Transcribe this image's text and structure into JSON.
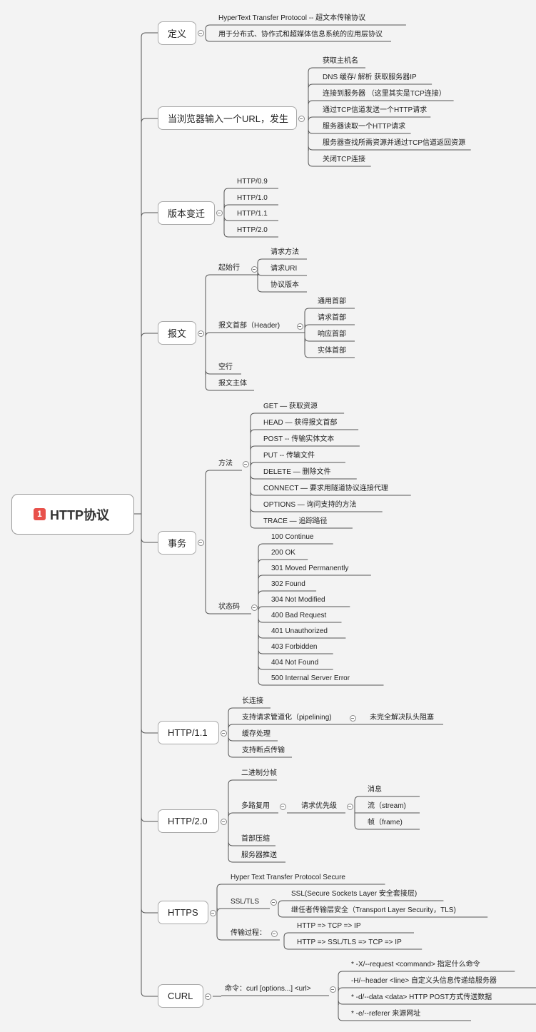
{
  "root": {
    "number": "1",
    "title": "HTTP协议"
  },
  "definition": {
    "label": "定义",
    "items": [
      "HyperText Transfer Protocol -- 超文本传输协议",
      "用于分布式、协作式和超媒体信息系统的应用层协议"
    ]
  },
  "browser": {
    "label": "当浏览器输入一个URL，发生",
    "steps": [
      "获取主机名",
      "DNS 缓存/ 解析 获取服务器IP",
      "连接到服务器 （这里其实是TCP连接）",
      "通过TCP信道发送一个HTTP请求",
      "服务器读取一个HTTP请求",
      "服务器查找所需资源并通过TCP信道返回资源",
      "关闭TCP连接"
    ]
  },
  "versions": {
    "label": "版本变迁",
    "items": [
      "HTTP/0.9",
      "HTTP/1.0",
      "HTTP/1.1",
      "HTTP/2.0"
    ]
  },
  "message": {
    "label": "报文",
    "start_line": {
      "label": "起始行",
      "items": [
        "请求方法",
        "请求URI",
        "协议版本"
      ]
    },
    "header": {
      "label": "报文首部（Header)",
      "items": [
        "通用首部",
        "请求首部",
        "响应首部",
        "实体首部"
      ]
    },
    "blank_line": "空行",
    "body": "报文主体"
  },
  "transaction": {
    "label": "事务",
    "methods": {
      "label": "方法",
      "items": [
        "GET   —   获取资源",
        "HEAD  —   获得报文首部",
        "POST  --   传输实体文本",
        "PUT   --   传输文件",
        "DELETE   —   删除文件",
        "CONNECT   —   要求用隧道协议连接代理",
        "OPTIONS   —   询问支持的方法",
        "TRACE   —   追踪路径"
      ]
    },
    "status_codes": {
      "label": "状态码",
      "items": [
        "100  Continue",
        "200  OK",
        "301  Moved Permanently",
        "302 Found",
        "304  Not Modified",
        "400 Bad Request",
        "401 Unauthorized",
        "403 Forbidden",
        "404 Not Found",
        "500 Internal Server Error"
      ]
    }
  },
  "http11": {
    "label": "HTTP/1.1",
    "items": [
      "长连接",
      "支持请求管道化（pipelining)",
      "缓存处理",
      "支持断点传输"
    ],
    "pipelining_note": "未完全解决队头阻塞"
  },
  "http2": {
    "label": "HTTP/2.0",
    "binary_framing": "二进制分帧",
    "multiplexing": {
      "label": "多路复用",
      "priority": {
        "label": "请求优先级",
        "items": [
          "消息",
          "流（stream)",
          "帧（frame)"
        ]
      }
    },
    "header_compression": "首部压缩",
    "server_push": "服务器推送"
  },
  "https": {
    "label": "HTTPS",
    "full_name": "Hyper Text Transfer Protocol Secure",
    "ssl_tls": {
      "label": "SSL/TLS",
      "items": [
        "SSL(Secure Sockets Layer 安全套接层)",
        "继任者传输层安全（Transport Layer Security，TLS)"
      ]
    },
    "process": {
      "label": "传输过程：",
      "items": [
        "HTTP => TCP => IP",
        "HTTP => SSL/TLS => TCP => IP"
      ]
    }
  },
  "curl": {
    "label": "CURL",
    "command": {
      "label": "命令：curl [options...] <url>",
      "items": [
        "* -X/--request <command>   指定什么命令",
        "-H/--header <line>      自定义头信息传递给服务器",
        "* -d/--data <data>      HTTP POST方式传送数据",
        "* -e/--referer      来源网址"
      ]
    }
  }
}
